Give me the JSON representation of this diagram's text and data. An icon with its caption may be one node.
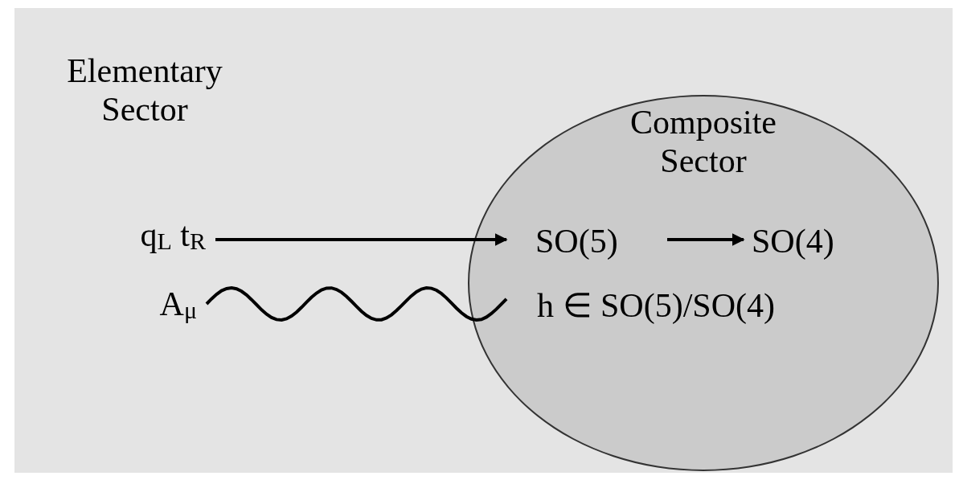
{
  "diagram": {
    "nodes": [
      {
        "text": [
          "Composite Sector"
        ]
      },
      {
        "text": [
          "q$_{L}$ t$_{R}$"
        ]
      },
      {
        "text": [
          "A$_{μ}$"
        ]
      },
      {
        "text": [
          "SO(5)"
        ],
        "in": 0
      },
      {
        "text": [
          "SO(4)"
        ],
        "in": 0
      },
      {
        "text": [
          "h ∈ SO(5)/SO(4)"
        ],
        "in": 0
      }
    ],
    "edges": [
      {
        "from": 1,
        "to": 3,
        "arrow": "to"
      },
      {
        "from": 2,
        "to": 5,
        "arrow": "none"
      },
      {
        "from": 3,
        "to": 4,
        "arrow": "to"
      }
    ],
    "labels": [
      "Elementary Sector"
    ]
  }
}
